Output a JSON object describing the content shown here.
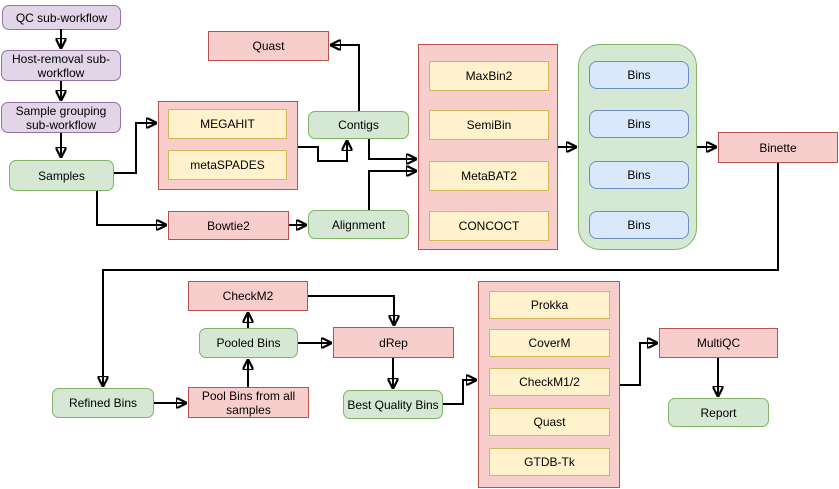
{
  "nodes": {
    "qc_subworkflow": "QC sub-workflow",
    "host_removal": "Host-removal sub-workflow",
    "sample_grouping": "Sample grouping sub-workflow",
    "samples": "Samples",
    "quast_contigs": "Quast",
    "megahit": "MEGAHIT",
    "metaspades": "metaSPADES",
    "contigs": "Contigs",
    "bowtie2": "Bowtie2",
    "alignment": "Alignment",
    "maxbin2": "MaxBin2",
    "semibin": "SemiBin",
    "metabat2": "MetaBAT2",
    "concoct": "CONCOCT",
    "bins": "Bins",
    "binette": "Binette",
    "refined_bins": "Refined Bins",
    "pool_bins_from_all_samples": "Pool Bins from all samples",
    "pooled_bins": "Pooled Bins",
    "checkm2": "CheckM2",
    "drep": "dRep",
    "best_quality_bins": "Best Quality Bins",
    "prokka": "Prokka",
    "coverm": "CoverM",
    "checkm1_2": "CheckM1/2",
    "quast_bins": "Quast",
    "gtdb_tk": "GTDB-Tk",
    "multiqc": "MultiQC",
    "report": "Report"
  },
  "colors": {
    "purple_fill": "#E1D5E7",
    "purple_border": "#9673A6",
    "green_fill": "#D5E8D4",
    "green_border": "#82B366",
    "red_fill": "#F8CECC",
    "red_border": "#B85450",
    "yellow_fill": "#FFF2CC",
    "yellow_border": "#D6B656",
    "blue_fill": "#DAE8FC",
    "blue_border": "#6C8EBF",
    "arrow_color": "#000000"
  }
}
